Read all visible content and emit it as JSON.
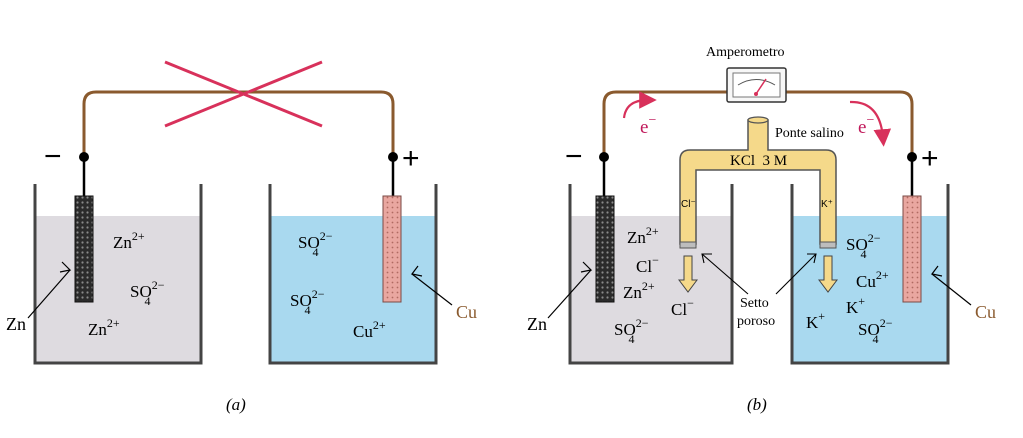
{
  "panel_a": {
    "caption": "(a)",
    "minus": "−",
    "plus": "+",
    "anode_label": "Zn",
    "cathode_label": "Cu",
    "left_ions": [
      {
        "base": "Zn",
        "sup": "2+",
        "sub": ""
      },
      {
        "base": "SO",
        "sup": "2−",
        "sub": "4"
      },
      {
        "base": "Zn",
        "sup": "2+",
        "sub": ""
      }
    ],
    "right_ions": [
      {
        "base": "SO",
        "sup": "2−",
        "sub": "4"
      },
      {
        "base": "SO",
        "sup": "2−",
        "sub": "4"
      },
      {
        "base": "Cu",
        "sup": "2+",
        "sub": ""
      }
    ]
  },
  "panel_b": {
    "caption": "(b)",
    "minus": "−",
    "plus": "+",
    "anode_label": "Zn",
    "cathode_label": "Cu",
    "ammeter_label": "Amperometro",
    "salt_bridge_label": "Ponte salino",
    "bridge_solution": "KCl  3 M",
    "bridge_left_ion": "Cl⁻",
    "bridge_right_ion": "K⁺",
    "porous_label_1": "Setto",
    "porous_label_2": "poroso",
    "electron_left": {
      "base": "e",
      "sup": "−"
    },
    "electron_right": {
      "base": "e",
      "sup": "−"
    },
    "left_ions": [
      {
        "base": "Zn",
        "sup": "2+",
        "sub": ""
      },
      {
        "base": "Cl",
        "sup": "−",
        "sub": ""
      },
      {
        "base": "Zn",
        "sup": "2+",
        "sub": ""
      },
      {
        "base": "SO",
        "sup": "2−",
        "sub": "4"
      }
    ],
    "left_flow_ion": {
      "base": "Cl",
      "sup": "−"
    },
    "right_ions": [
      {
        "base": "SO",
        "sup": "2−",
        "sub": "4"
      },
      {
        "base": "Cu",
        "sup": "2+",
        "sub": ""
      },
      {
        "base": "K",
        "sup": "+",
        "sub": ""
      },
      {
        "base": "SO",
        "sup": "2−",
        "sub": "4"
      }
    ],
    "right_flow_ion": {
      "base": "K",
      "sup": "+"
    }
  },
  "colors": {
    "wire": "#8a5a2e",
    "cross": "#d8315b",
    "electron_arrow": "#d8315b",
    "zn_solution": "#dedbe0",
    "cu_solution": "#a9d9ef",
    "bridge": "#f5d98a",
    "cu_electrode": "#e9a7a0",
    "zn_electrode": "#2b2b2b"
  }
}
